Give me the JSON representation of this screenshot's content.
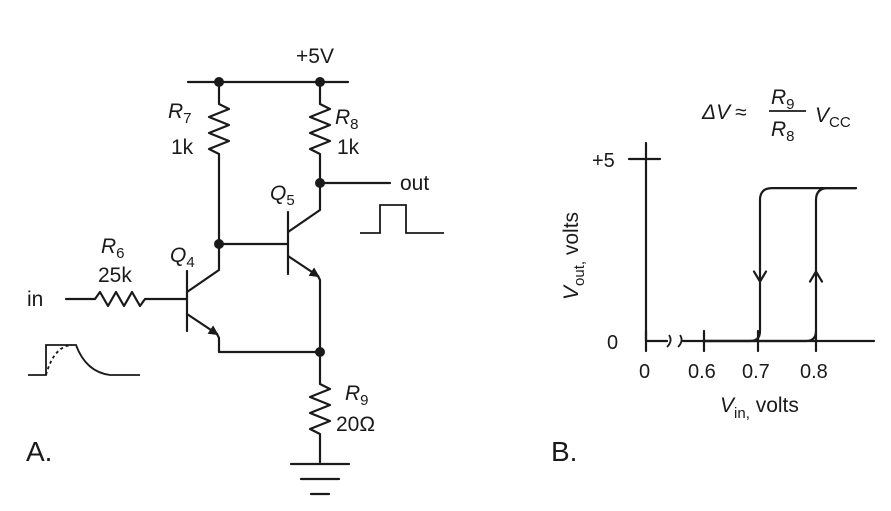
{
  "circuit": {
    "supply": "+5V",
    "r7": {
      "letter": "R",
      "sub": "7",
      "value": "1k"
    },
    "r8": {
      "letter": "R",
      "sub": "8",
      "value": "1k"
    },
    "r6": {
      "letter": "R",
      "sub": "6",
      "value": "25k"
    },
    "r9": {
      "letter": "R",
      "sub": "9",
      "value": "20Ω"
    },
    "q4": {
      "letter": "Q",
      "sub": "4"
    },
    "q5": {
      "letter": "Q",
      "sub": "5"
    },
    "input_label": "in",
    "output_label": "out",
    "panel_label": "A."
  },
  "graph": {
    "panel_label": "B.",
    "formula": {
      "delta_v": "ΔV",
      "approx": "≈",
      "numerator_letter": "R",
      "numerator_sub": "9",
      "denominator_letter": "R",
      "denominator_sub": "8",
      "vcc_letter": "V",
      "vcc_sub": "CC"
    },
    "y_axis": {
      "v": "V",
      "sub": "out,",
      "rest": " volts",
      "ticks": [
        "+5",
        "0"
      ]
    },
    "x_axis": {
      "v": "V",
      "sub": "in,",
      "rest": " volts",
      "ticks": [
        "0",
        "0.6",
        "0.7",
        "0.8"
      ]
    }
  },
  "chart_data": {
    "type": "line",
    "xlabel": "Vin, volts",
    "ylabel": "Vout, volts",
    "ylim": [
      0,
      5
    ],
    "x_ticks": [
      "0",
      "0.6",
      "0.7",
      "0.8"
    ],
    "y_ticks": [
      "0",
      "+5"
    ],
    "x_axis_break": true,
    "series": [
      {
        "direction": "rising (up arrow)",
        "x": [
          0.6,
          0.79,
          0.8,
          0.81,
          0.9
        ],
        "y": [
          0,
          0,
          2.5,
          4.2,
          4.2
        ]
      },
      {
        "direction": "falling (down arrow)",
        "x": [
          0.9,
          0.71,
          0.7,
          0.69,
          0.6
        ],
        "y": [
          4.2,
          4.2,
          2.5,
          0,
          0
        ]
      }
    ]
  }
}
